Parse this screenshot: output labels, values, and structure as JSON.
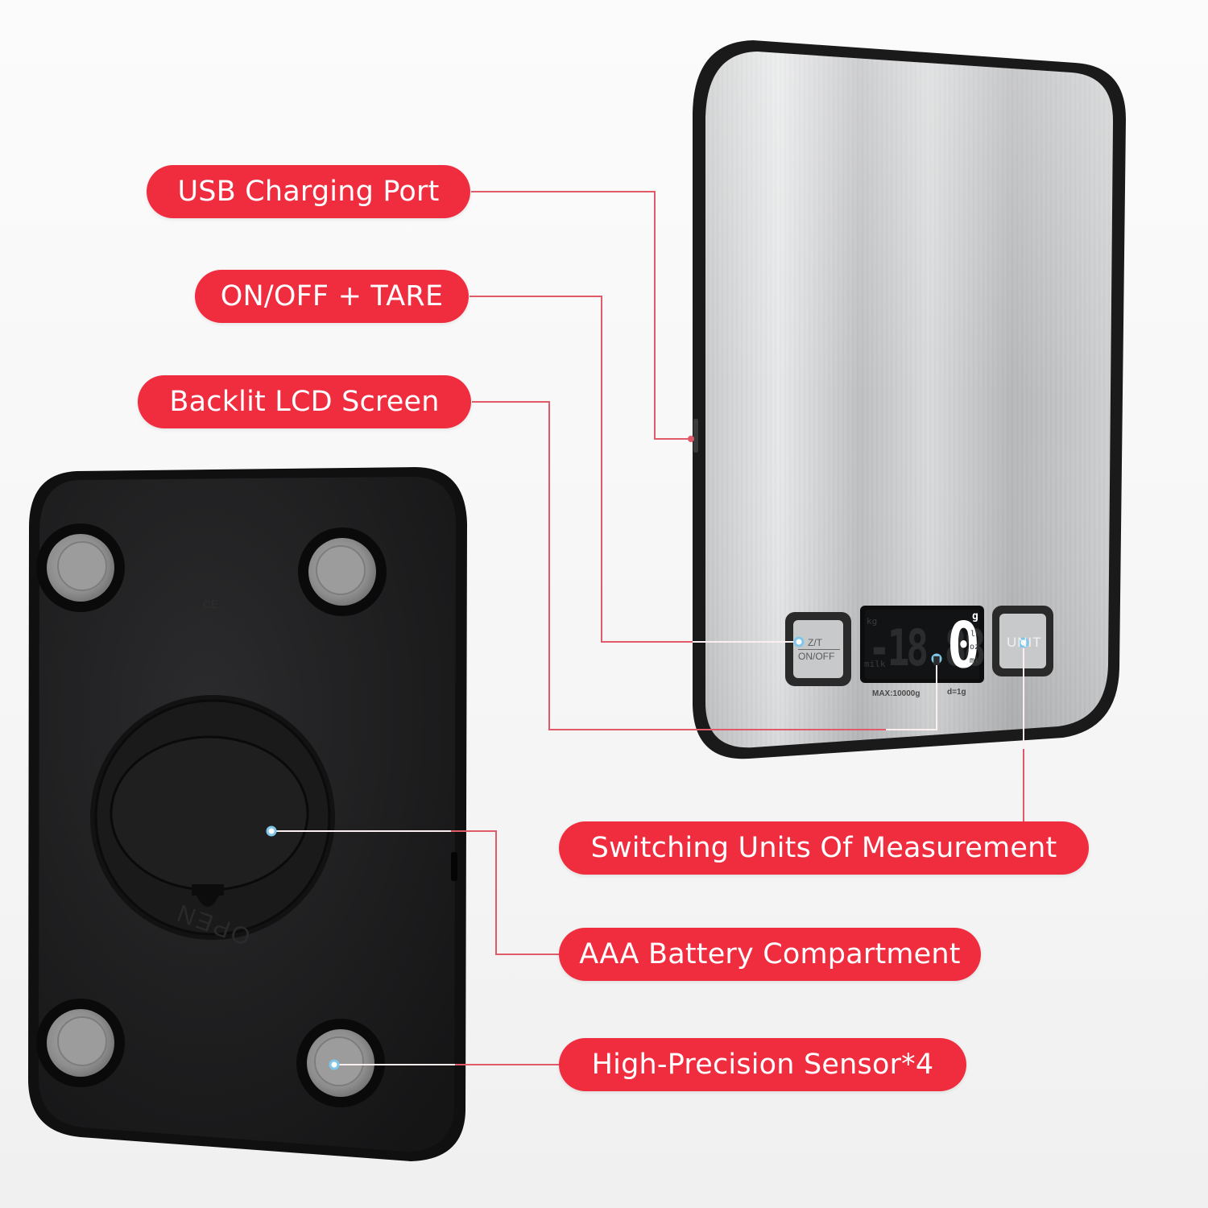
{
  "callouts": {
    "usb": "USB Charging Port",
    "tare": "ON/OFF + TARE",
    "lcd": "Backlit LCD Screen",
    "units": "Switching Units Of Measurement",
    "battery": "AAA Battery Compartment",
    "sensor": "High-Precision Sensor*4"
  },
  "scale": {
    "left_button_top": "Z/T",
    "left_button_bottom": "ON/OFF",
    "right_button": "UNIT",
    "display_value": "0",
    "display_ghost": "-18.88",
    "unit_g": "g",
    "unit_kg": "kg",
    "unit_lb": "lb",
    "unit_oz": "oz",
    "unit_ml": "ml",
    "unit_milk": "milk",
    "max_label": "MAX:10000g",
    "d_label": "d=1g",
    "battery_cover_text": "OPEN",
    "base_marking": "CE"
  },
  "colors": {
    "accent": "#f02d3f",
    "leader_line": "#e05a6a",
    "leader_dot": "#7ec7ea"
  }
}
